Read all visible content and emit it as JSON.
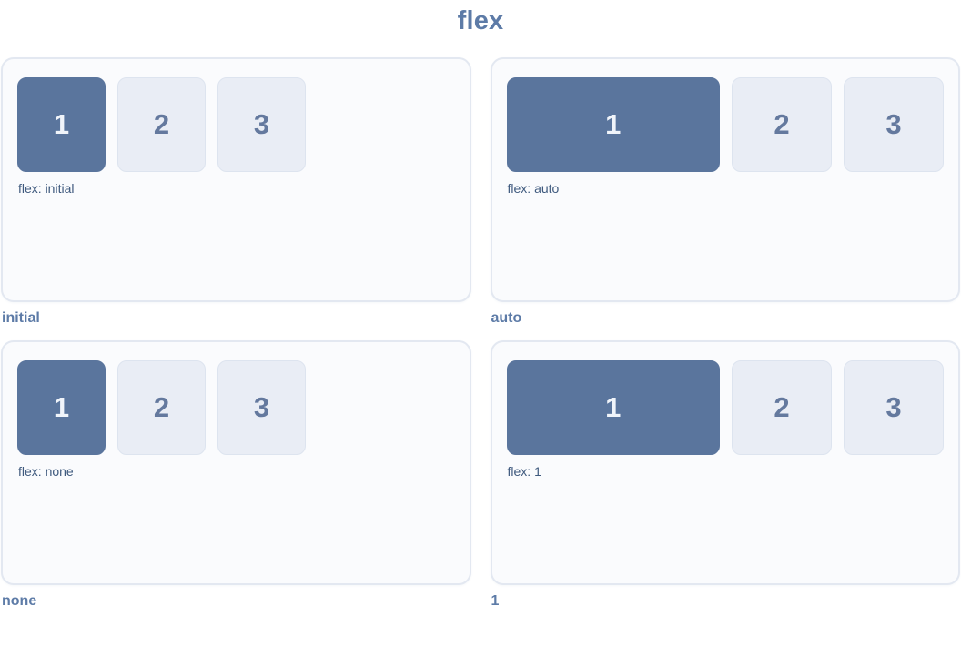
{
  "page": {
    "title": "flex"
  },
  "colors": {
    "accent_box": "#5a759d",
    "accent_box_text": "#f0f4fa",
    "light_box": "#e9edf5",
    "light_box_border": "#dde4ef",
    "panel_background": "#fafbfd",
    "panel_border": "#e3e8f1",
    "heading_text": "#5d7ba7",
    "caption_text": "#3f5a7e"
  },
  "panels": [
    {
      "label": "initial",
      "caption": "flex: initial",
      "variant": "static",
      "boxes": [
        "1",
        "2",
        "3"
      ]
    },
    {
      "label": "auto",
      "caption": "flex: auto",
      "variant": "grow",
      "boxes": [
        "1",
        "2",
        "3"
      ]
    },
    {
      "label": "none",
      "caption": "flex: none",
      "variant": "static",
      "boxes": [
        "1",
        "2",
        "3"
      ]
    },
    {
      "label": "1",
      "caption": "flex: 1",
      "variant": "grow",
      "boxes": [
        "1",
        "2",
        "3"
      ]
    }
  ]
}
